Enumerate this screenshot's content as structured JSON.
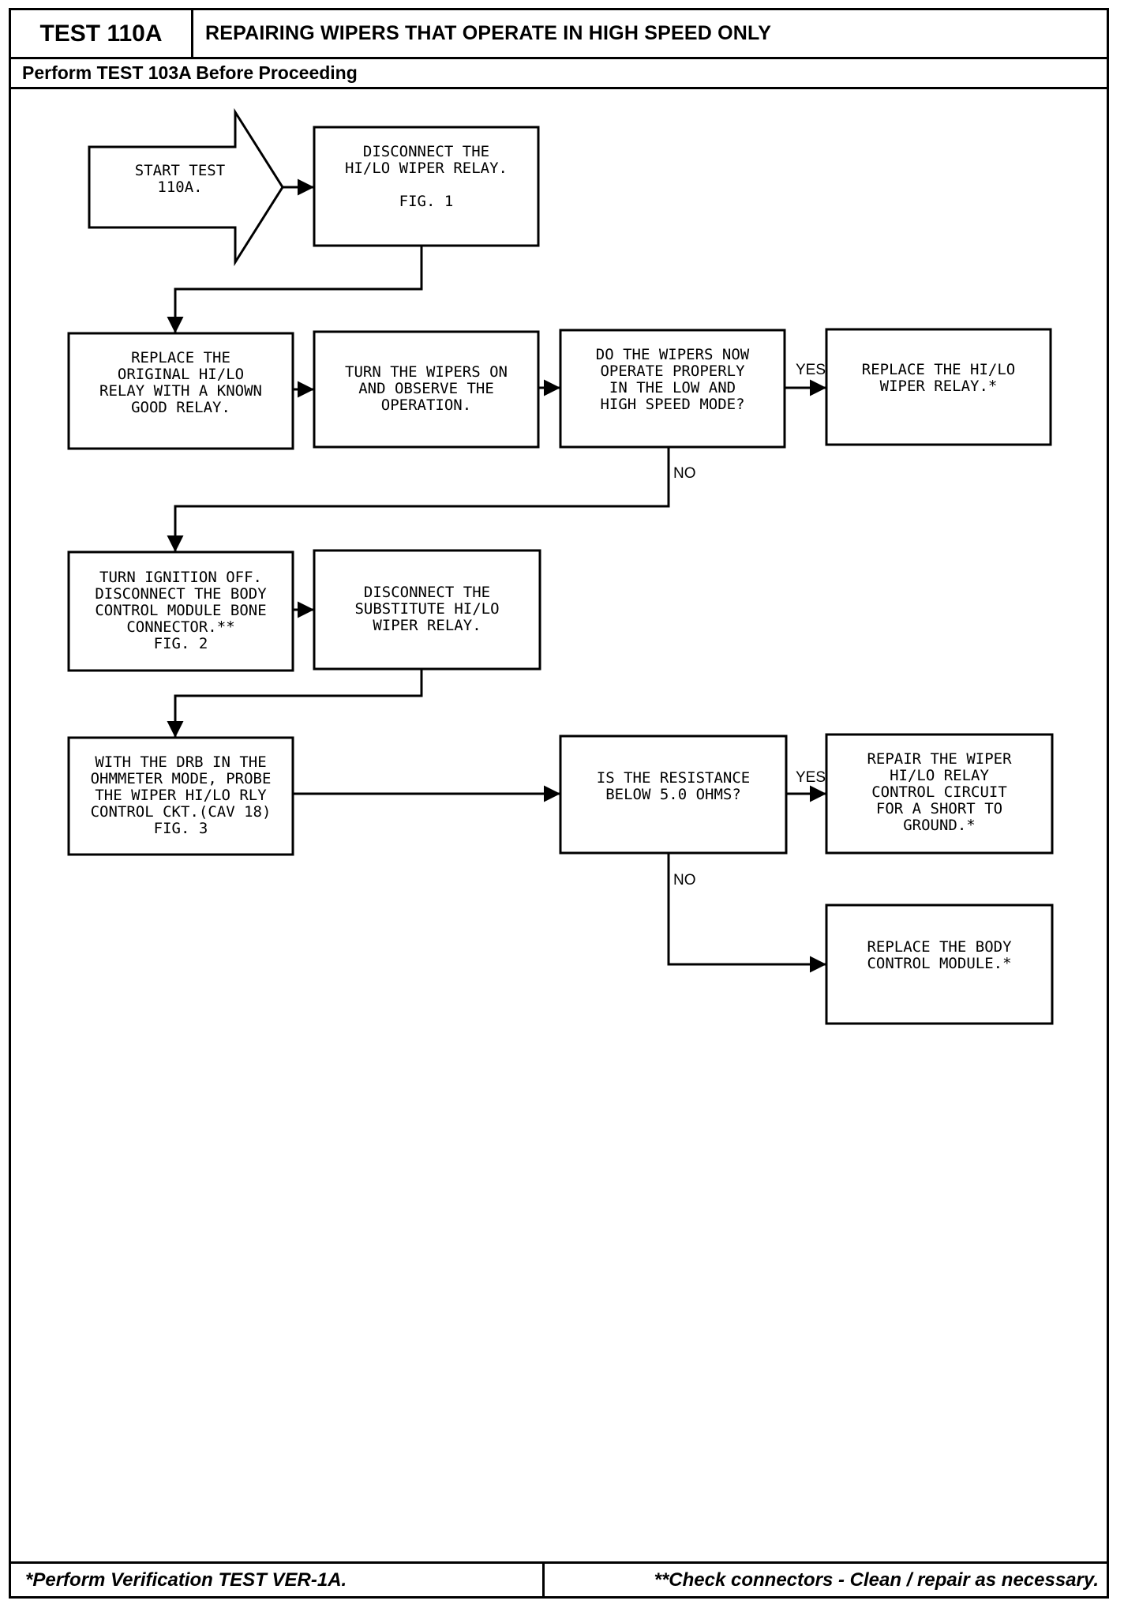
{
  "header": {
    "test_id": "TEST 110A",
    "title": "REPAIRING WIPERS THAT OPERATE IN HIGH SPEED ONLY",
    "prerequisite": "Perform TEST 103A Before Proceeding"
  },
  "flowchart": {
    "start": [
      "START TEST",
      "110A."
    ],
    "disconnect_relay": [
      "DISCONNECT THE",
      "HI/LO WIPER RELAY.",
      "",
      "FIG. 1"
    ],
    "replace_original": [
      "REPLACE THE",
      "ORIGINAL HI/LO",
      "RELAY WITH A KNOWN",
      "GOOD RELAY."
    ],
    "turn_wipers_on": [
      "TURN THE WIPERS ON",
      "AND OBSERVE THE",
      "OPERATION."
    ],
    "q_operate_properly": [
      "DO THE WIPERS NOW",
      "OPERATE PROPERLY",
      "IN THE LOW AND",
      "HIGH SPEED MODE?"
    ],
    "replace_relay": [
      "REPLACE THE HI/LO",
      "WIPER RELAY.*"
    ],
    "turn_ignition_off": [
      "TURN IGNITION OFF.",
      "DISCONNECT THE BODY",
      "CONTROL MODULE BONE",
      "CONNECTOR.**",
      "FIG. 2"
    ],
    "disconnect_substitute": [
      "DISCONNECT THE",
      "SUBSTITUTE HI/LO",
      "WIPER RELAY."
    ],
    "probe_circuit": [
      "WITH THE DRB IN THE",
      "OHMMETER MODE, PROBE",
      "THE WIPER HI/LO RLY",
      "CONTROL CKT.(CAV 18)",
      "FIG. 3"
    ],
    "q_resistance": [
      "IS THE RESISTANCE",
      "BELOW 5.0 OHMS?"
    ],
    "repair_short": [
      "REPAIR THE WIPER",
      "HI/LO RELAY",
      "CONTROL CIRCUIT",
      "FOR A SHORT TO",
      "GROUND.*"
    ],
    "replace_bcm": [
      "REPLACE THE BODY",
      "CONTROL MODULE.*"
    ],
    "yes_label": "YES",
    "no_label": "NO"
  },
  "footer": {
    "left_note": "*Perform Verification TEST VER-1A.",
    "right_note": "**Check connectors - Clean / repair as necessary."
  }
}
